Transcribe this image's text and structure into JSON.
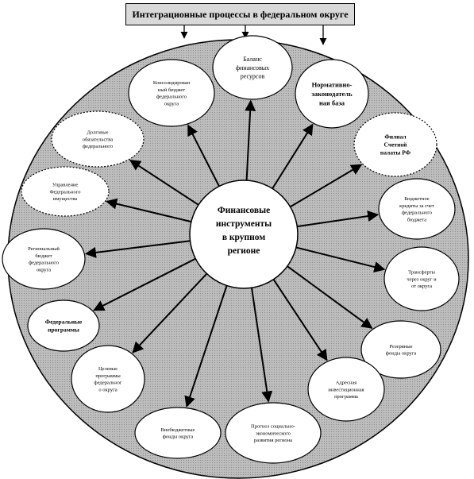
{
  "header": {
    "title": "Интеграционные процессы в федеральном округе"
  },
  "center": {
    "label": "Финансовые инструменты в крупном регионе"
  },
  "nodes": [
    {
      "id": "balance",
      "label": "Баланс финансовых ресурсов"
    },
    {
      "id": "normative",
      "label": "Нормативно-законодательная база"
    },
    {
      "id": "audit",
      "label": "Филиал Счетной палаты РФ"
    },
    {
      "id": "budget_mid",
      "label": "Бюджетное кредитование счет федерального бюджета"
    },
    {
      "id": "transfers",
      "label": "Трансферты через округ и от округа"
    },
    {
      "id": "reserve",
      "label": "Резервные фонды округа"
    },
    {
      "id": "invest",
      "label": "Адресная инвестиционная программа"
    },
    {
      "id": "forecast",
      "label": "Прогноз социально-экономического развития региона"
    },
    {
      "id": "offbudget",
      "label": "Внебюджетные фонды округа"
    },
    {
      "id": "target",
      "label": "Целевые программы федерального округа"
    },
    {
      "id": "federal",
      "label": "Федеральные программы"
    },
    {
      "id": "regional",
      "label": "Региональный бюджет федерального округа"
    },
    {
      "id": "property",
      "label": "Управление Федерального имущества"
    },
    {
      "id": "debt",
      "label": "Долговые обязательства федерального"
    },
    {
      "id": "consol",
      "label": "Консолидированный бюджет федерального округа"
    }
  ]
}
